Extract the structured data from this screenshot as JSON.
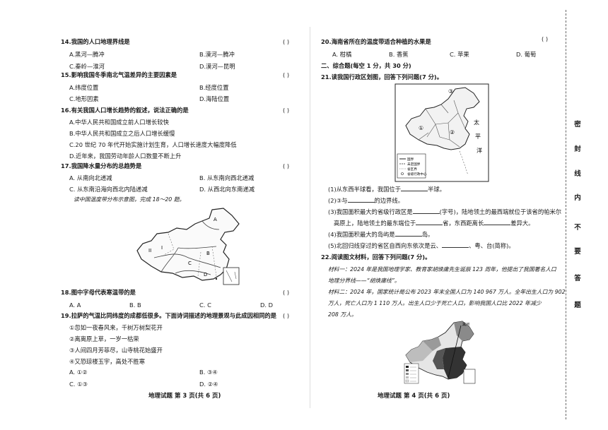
{
  "left_page": {
    "q14": {
      "stem": "14.我国的人口地理界线是",
      "paren": "(   )",
      "A": "A.黑河—腾冲",
      "B": "B.漠河—腾冲",
      "C": "C.秦岭—淮河",
      "D": "D.漠河—昆明"
    },
    "q15": {
      "stem": "15.影响我国冬季南北气温差异的主要因素是",
      "paren": "(   )",
      "A": "A.纬度位置",
      "B": "B.经度位置",
      "C": "C.地形因素",
      "D": "D.海陆位置"
    },
    "q16": {
      "stem": "16.有关我国人口增长趋势的叙述，说法正确的是",
      "paren": "(   )",
      "A": "A.中华人民共和国成立前人口增长较快",
      "B": "B.中华人民共和国成立之后人口增长缓慢",
      "C": "C.20 世纪 70 年代开始实施计划生育，人口增长速度大幅度降低",
      "D": "D.近年来，我国劳动年龄人口数量不断上升"
    },
    "q17": {
      "stem": "17.我国降水量分布的总趋势是",
      "paren": "(   )",
      "A": "A. 从南向北递减",
      "B": "B. 从东南向西北递减",
      "C": "C. 从东南沿海向西北内陆递减",
      "D": "D. 从西北向东南递减"
    },
    "map_caption": "读中国温度带分布示意图，完成 18～20 题。",
    "map_labels": {
      "I": "I",
      "II": "II",
      "A": "A",
      "B": "B",
      "C": "C",
      "D": "D"
    },
    "q18": {
      "stem": "18.图中字母代表寒温带的是",
      "paren": "(   )",
      "A": "A. A",
      "B": "B. B",
      "C": "C. C",
      "D": "D. D"
    },
    "q19": {
      "stem": "19.拉萨的气温比同纬度的成都低很多。下面诗词描述的地理景观与此成因相同的是",
      "paren": "(   )",
      "l1": "①忽如一夜春风来，千树万树梨花开",
      "l2": "②离离原上草，一岁一枯荣",
      "l3": "③人间四月芳菲尽，山寺桃花始盛开",
      "l4": "④又恐琼楼玉宇，高处不胜寒",
      "A": "A. ①②",
      "B": "B. ③④",
      "C": "C. ①③",
      "D": "D. ②④"
    },
    "footer": "地理试题    第 3 页(共 6 页)"
  },
  "right_page": {
    "q20": {
      "stem": "20.海南省所在的温度带适合种植的水果是",
      "paren": "(   )",
      "A": "A. 柑橘",
      "B": "B. 香蕉",
      "C": "C. 苹果",
      "D": "D. 葡萄"
    },
    "section": "二、综合题(每空 1 分，共 30 分)",
    "q21": {
      "stem": "21.读我国行政区划图，回答下列问题(7 分)。",
      "map_labels": {
        "c1": "①",
        "c2": "②",
        "c3": "③",
        "tai": "太",
        "ping": "平",
        "yang": "洋"
      },
      "legend": [
        "国界",
        "未定国界",
        "省区界",
        "省级行政中心"
      ],
      "s1a": "(1)从东西半球看，我国位于",
      "s1b": "半球。",
      "s2": "(2)③与",
      "s2b": "的边界线。",
      "s3a": "(3)我国面积最大的省级行政区是",
      "s3b": "(字号)，陆地领土的最西端就位于该省的帕米尔",
      "s3c": "高原上，陆地领土的最东端位于",
      "s3d": "省，东西距离长",
      "s3e": "差异大。",
      "s4a": "(4)我国面积最大的岛屿是",
      "s4b": "岛。",
      "s5": "(5)北回归线穿过的省区自西向东依次是云、",
      "s5b": "、粤、台(简称)。"
    },
    "q22": {
      "stem": "22.阅读图文材料，回答下列问题(7 分)。",
      "m1a": "材料一：2024 年是我国地理学家、教育家胡焕庸先生诞辰 123 周年，他提出了我国著名人口",
      "m1b": "地理分界线——“胡焕庸线”。",
      "m2a": "材料二：2024 年，国家统计局公布 2023 年末全国人口为 140 967 万人。全年出生人口为 902",
      "m2b": "万人，死亡人口为 1 110 万人。出生人口少于死亡人口，影响我国人口比 2022 年减少",
      "m2c": "208 万人。",
      "map_label": "黑河"
    },
    "footer": "地理试题    第 4 页(共 6 页)"
  },
  "seal_line": [
    "密",
    "封",
    "线",
    "内",
    "不",
    "要",
    "答",
    "题"
  ]
}
